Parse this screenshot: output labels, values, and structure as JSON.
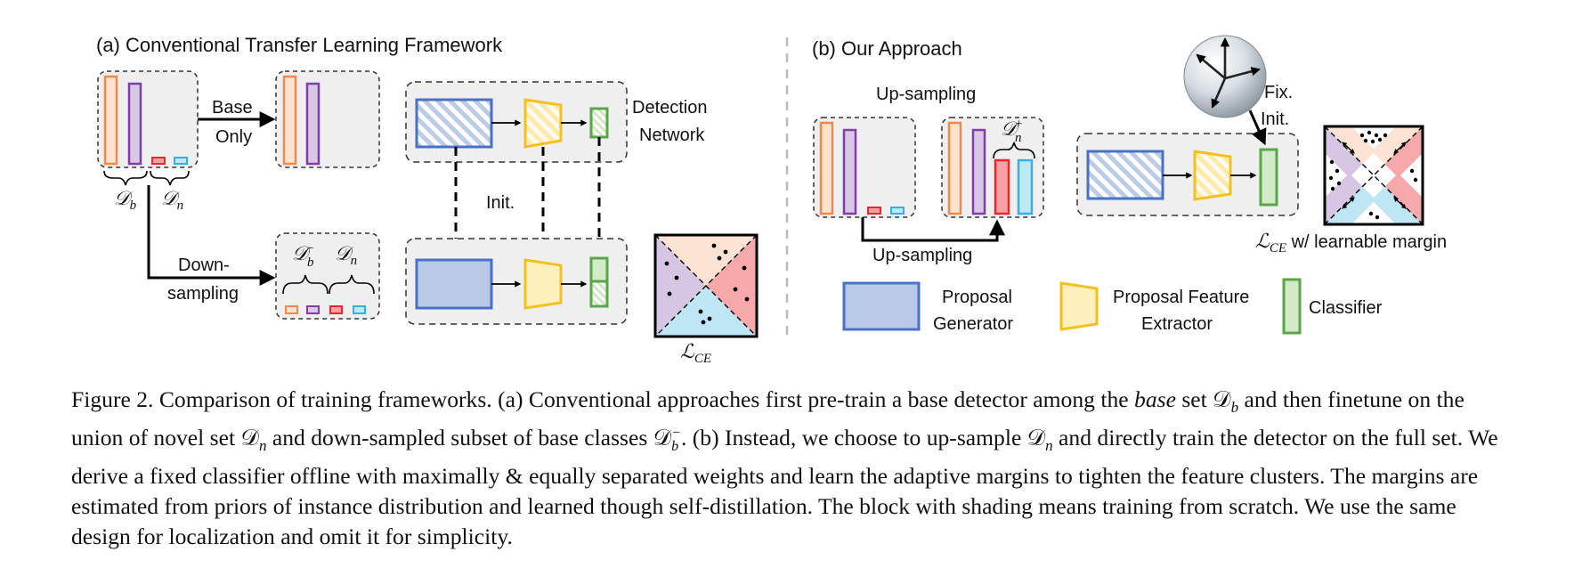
{
  "panel_a": {
    "title": "(a) Conventional Transfer Learning Framework",
    "base_only_line1": "Base",
    "base_only_line2": "Only",
    "down_sampling_line1": "Down-",
    "down_sampling_line2": "sampling",
    "detection_network_line1": "Detection",
    "detection_network_line2": "Network",
    "init_label": "Init.",
    "d_b": "𝒟",
    "d_b_sub": "b",
    "d_n": "𝒟",
    "d_n_sub": "n",
    "d_b_minus_sup": "−",
    "loss_label": "ℒ",
    "loss_sub": "CE"
  },
  "panel_b": {
    "title": "(b) Our Approach",
    "up_sampling_top": "Up-sampling",
    "up_sampling_bottom": "Up-sampling",
    "d_n_plus": "𝒟",
    "d_n_plus_sup": "+",
    "d_n_plus_sub": "n",
    "fix_line1": "Fix.",
    "fix_line2": "Init.",
    "loss_label": "ℒ",
    "loss_sub": "CE",
    "loss_suffix": " w/ learnable margin"
  },
  "legend": {
    "proposal_generator_line1": "Proposal",
    "proposal_generator_line2": "Generator",
    "feature_extractor_line1": "Proposal Feature",
    "feature_extractor_line2": "Extractor",
    "classifier": "Classifier"
  },
  "colors": {
    "orange": "#f08a4b",
    "orange_fill": "#fde3cf",
    "purple": "#7f3fa5",
    "purple_fill": "#d9c7e6",
    "red": "#e8262b",
    "red_fill": "#f7a1a3",
    "cyan": "#34b1e0",
    "cyan_fill": "#bfe8f7",
    "blue": "#4a72c4",
    "blue_fill": "#b8c9e8",
    "yellow": "#f3c01c",
    "yellow_fill": "#fdf0bd",
    "green": "#5aa548",
    "green_fill": "#d3eac9",
    "panel_bg": "#efefef"
  },
  "caption": {
    "figure_label": "Figure 2.",
    "s1": " Comparison of training frameworks. (a) Conventional approaches first pre-train a base detector among the ",
    "s1_italic": "base",
    "s2": " set 𝒟",
    "s2_sub": "b",
    "s3": " and then finetune on the union of novel set 𝒟",
    "s3_sub": "n",
    "s4": " and down-sampled subset of base classes 𝒟",
    "s4_sup": "−",
    "s4_sub": "b",
    "s5": ". (b) Instead, we choose to up-sample 𝒟",
    "s5_sub": "n",
    "s6": " and directly train the detector on the full set. We derive a fixed classifier offline with maximally & equally separated weights and learn the adaptive margins to tighten the feature clusters. The margins are estimated from priors of instance distribution and learned though self-distillation. The block with shading means training from scratch. We use the same design for localization and omit it for simplicity."
  }
}
